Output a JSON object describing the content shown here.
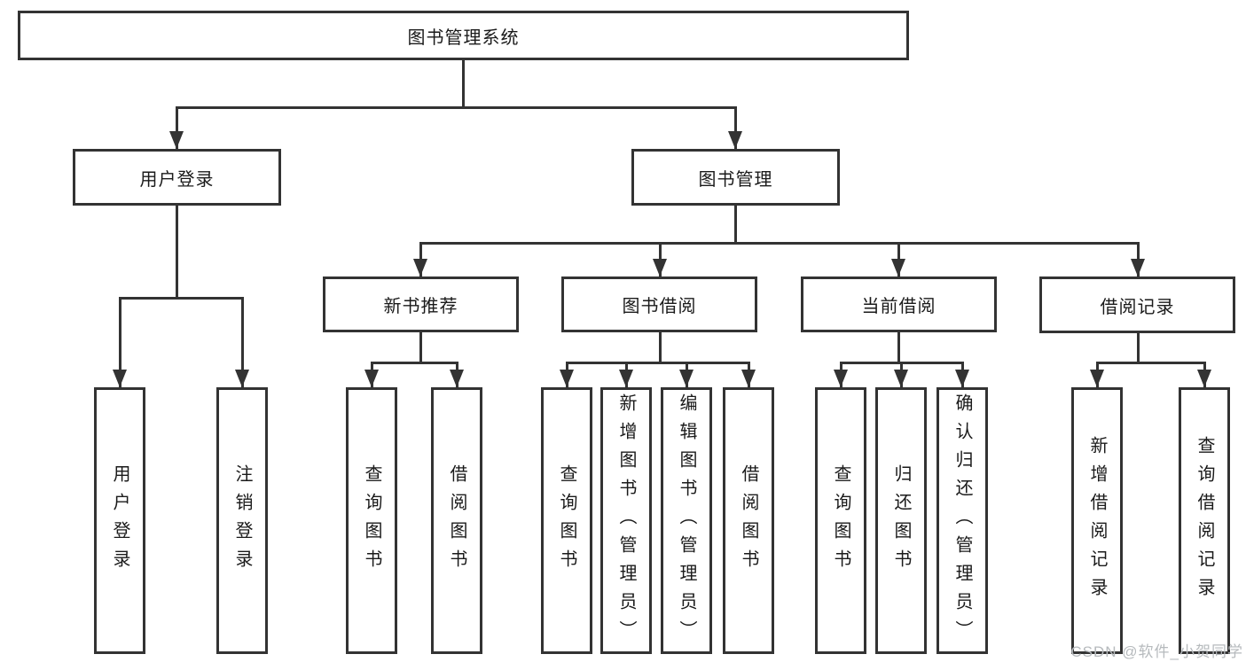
{
  "diagram_title": "图书管理系统",
  "colors": {
    "line": "#333333",
    "box_border": "#333333",
    "background": "#ffffff",
    "text": "#1a1a1a",
    "watermark_text": "#b6babd"
  },
  "nodes": {
    "root": "图书管理系统",
    "user_login_group": "用户登录",
    "book_management": "图书管理",
    "new_book_recommend": "新书推荐",
    "book_borrowing": "图书借阅",
    "current_borrowing": "当前借阅",
    "borrowing_records": "借阅记录",
    "user_login": "用户登录",
    "logout": "注销登录",
    "recommend_query_books": "查询图书",
    "recommend_borrow_books": "借阅图书",
    "borrowing_query_books": "查询图书",
    "borrowing_add_books": "新增图书（管理员）",
    "borrowing_edit_books": "编辑图书（管理员）",
    "borrowing_borrow_books": "借阅图书",
    "current_query_books": "查询图书",
    "current_return_books": "归还图书",
    "current_confirm_return": "确认归还（管理员）",
    "records_add_record": "新增借阅记录",
    "records_query_record": "查询借阅记录"
  },
  "watermark": "CSDN @软件_小贺同学"
}
